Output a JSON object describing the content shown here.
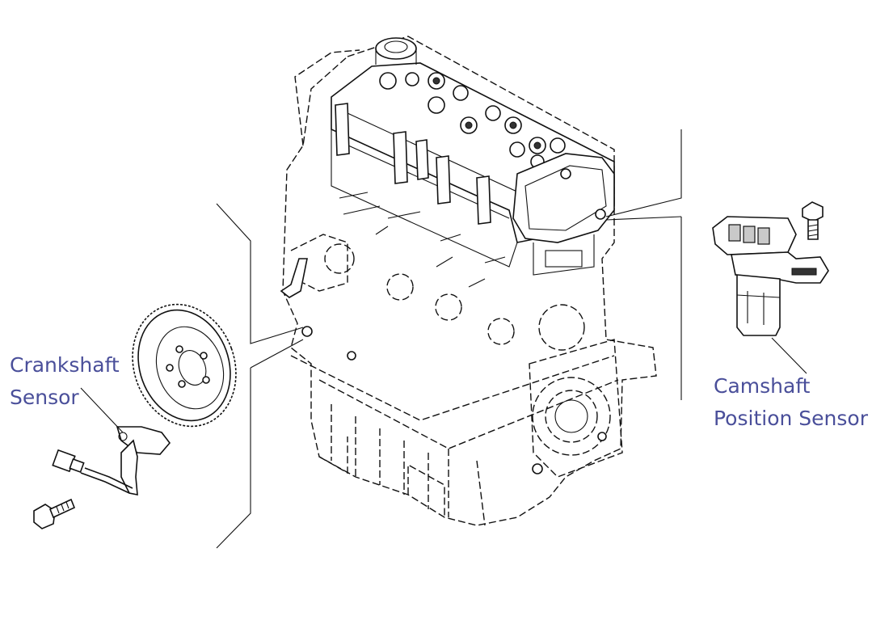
{
  "labels": {
    "crankshaft_line1": "Crankshaft",
    "crankshaft_line2": "Sensor",
    "camshaft_line1": "Camshaft",
    "camshaft_line2": "Position Sensor"
  },
  "colors": {
    "label_text": "#4a4f9a",
    "line_art": "#111111",
    "background": "#ffffff"
  }
}
